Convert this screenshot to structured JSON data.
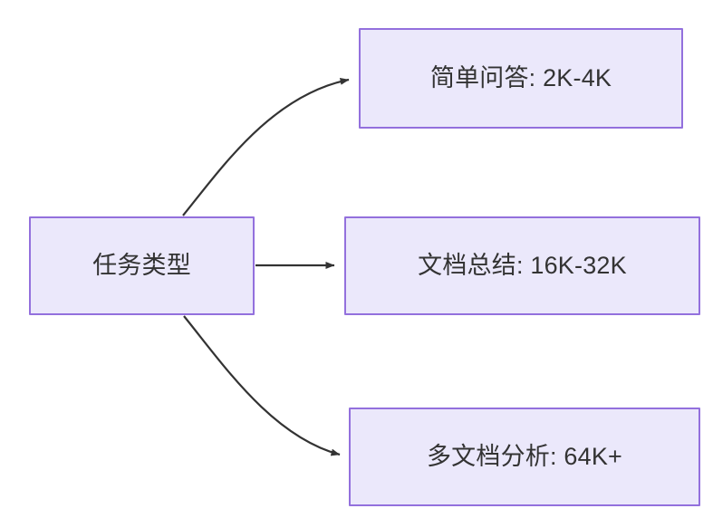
{
  "diagram": {
    "type": "flowchart",
    "title": "",
    "direction": "left-to-right",
    "background_color": "#FFFFFF",
    "node_fill_color": "#EBE8FB",
    "node_border_color": "#9370DD",
    "node_text_color": "#333333",
    "edge_color": "#333333",
    "nodes": [
      {
        "id": "source",
        "label": "任务类型",
        "role": "root"
      },
      {
        "id": "t1",
        "label": "简单问答: 2K-4K",
        "role": "leaf"
      },
      {
        "id": "t2",
        "label": "文档总结: 16K-32K",
        "role": "leaf"
      },
      {
        "id": "t3",
        "label": "多文档分析: 64K+",
        "role": "leaf"
      }
    ],
    "edges": [
      {
        "id": "e1",
        "from": "source",
        "to": "t1",
        "label": "",
        "style": "curved-arrow"
      },
      {
        "id": "e2",
        "from": "source",
        "to": "t2",
        "label": "",
        "style": "straight-arrow"
      },
      {
        "id": "e3",
        "from": "source",
        "to": "t3",
        "label": "",
        "style": "curved-arrow"
      }
    ]
  }
}
